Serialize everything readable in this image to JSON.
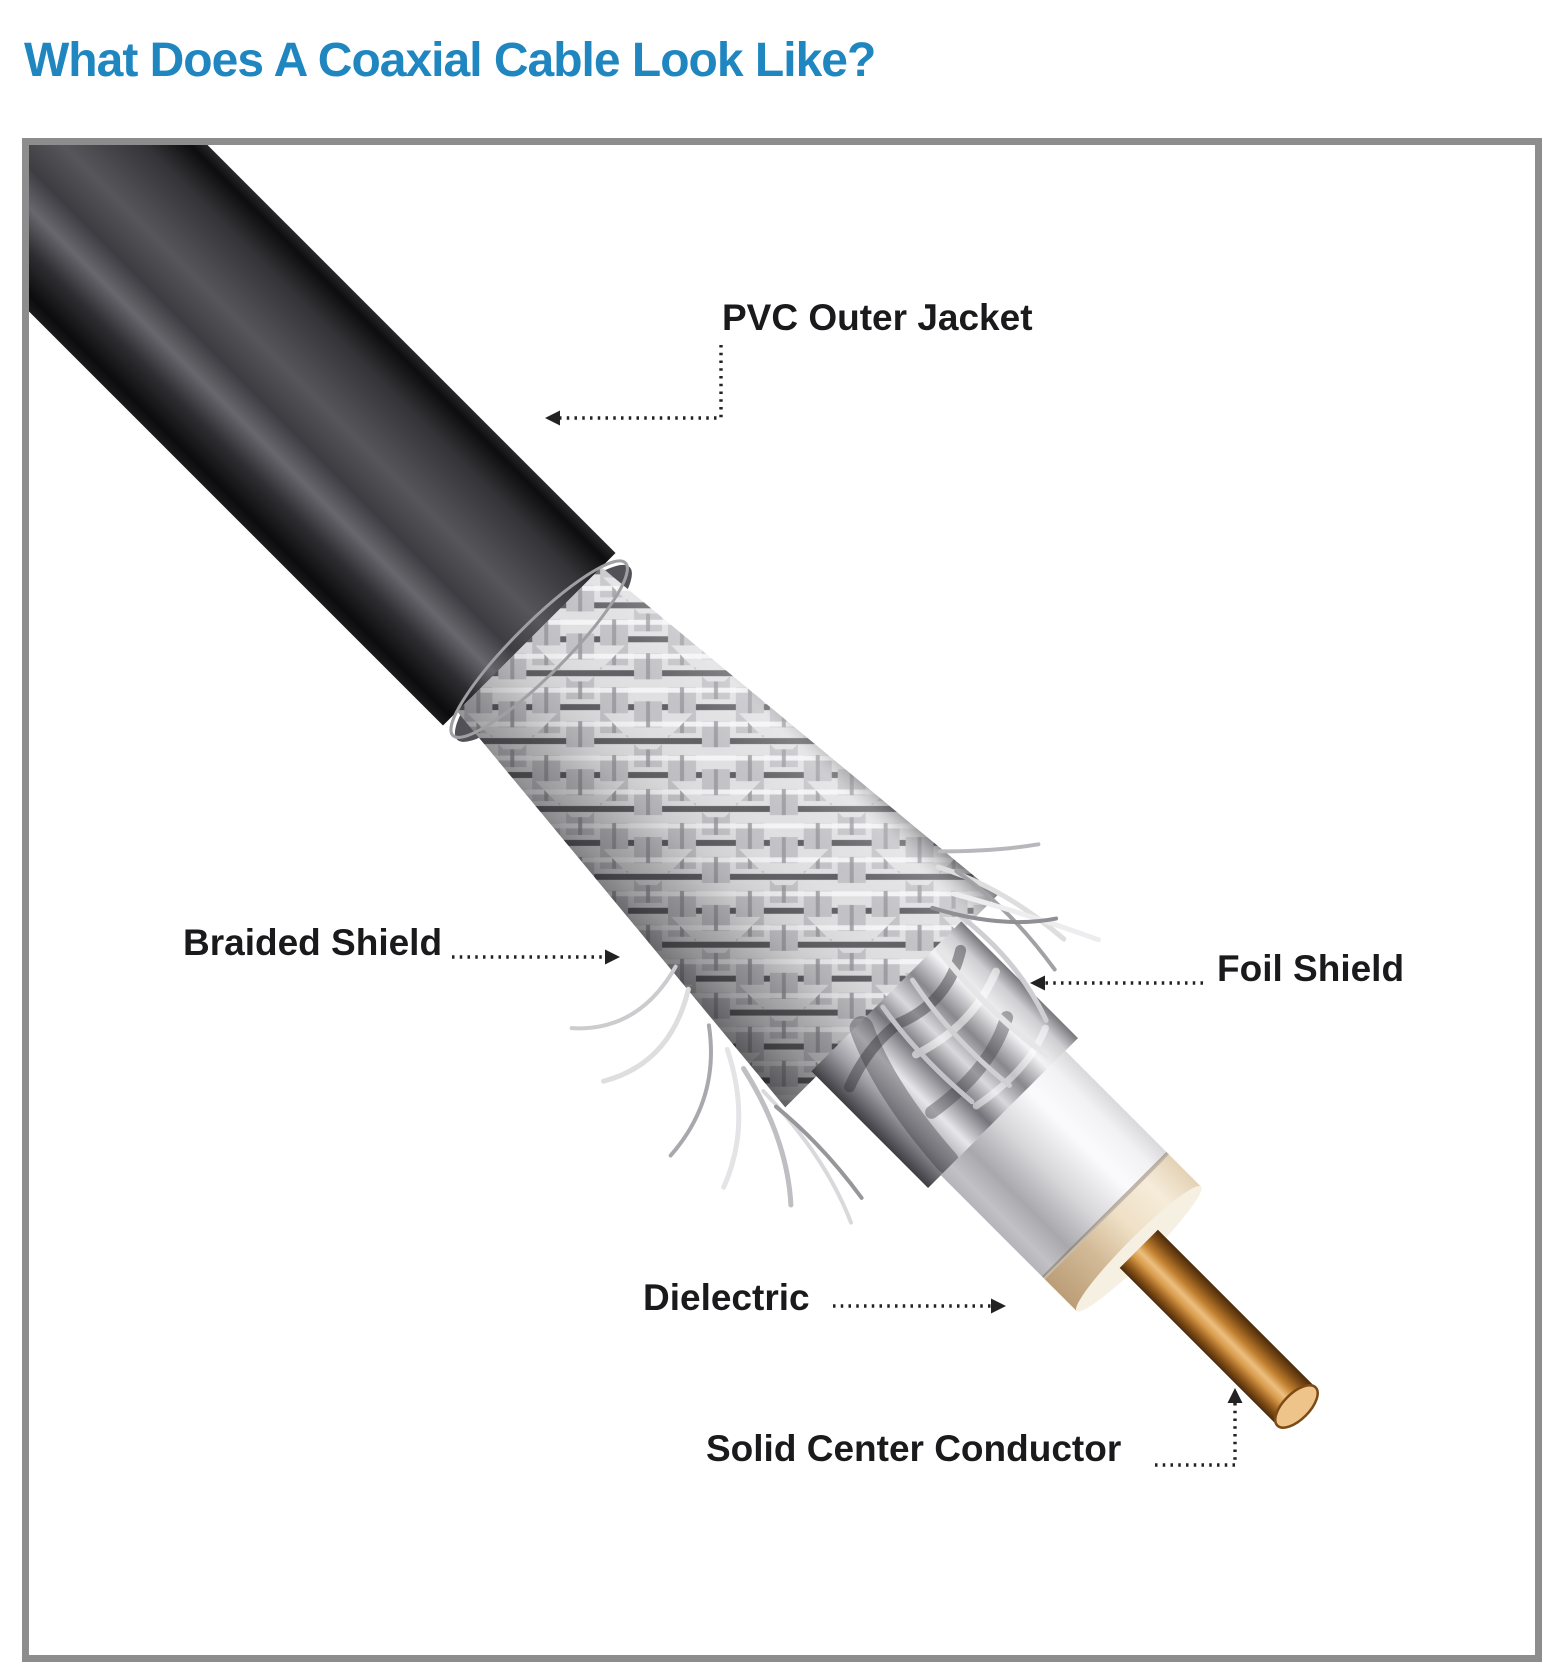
{
  "page": {
    "title": "What Does A Coaxial Cable Look Like?"
  },
  "diagram": {
    "labels": [
      {
        "id": "pvc-outer-jacket",
        "text": "PVC Outer Jacket"
      },
      {
        "id": "braided-shield",
        "text": "Braided Shield"
      },
      {
        "id": "foil-shield",
        "text": "Foil Shield"
      },
      {
        "id": "dielectric",
        "text": "Dielectric"
      },
      {
        "id": "solid-center-conductor",
        "text": "Solid Center Conductor"
      }
    ],
    "colors": {
      "title_blue": "#1f86c0",
      "frame_border": "#8d8d8d",
      "label_text": "#1a1a1c",
      "leader_dots": "#222222",
      "jacket_black": "#2c2c30",
      "braid_silver": "#dededf",
      "foil_silver": "#c9c9cd",
      "dielectric_white": "#ececee",
      "cream_ring": "#e9d9bd",
      "copper": "#c1802f"
    }
  }
}
